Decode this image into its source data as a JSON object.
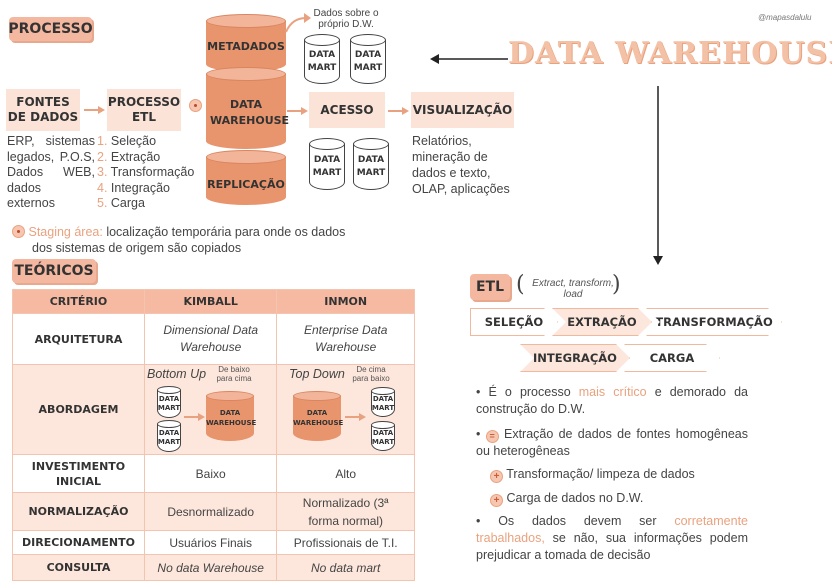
{
  "watermark": "@mapasdalulu",
  "title": "DATA WAREHOUSE",
  "processo": {
    "tag": "PROCESSO",
    "fontes": "FONTES DE DADOS",
    "processo_etl": "PROCESSO ETL",
    "metadados": "METADADOS",
    "data_warehouse": "DATA WAREHOUSE",
    "replicacao": "REPLICAÇÃO",
    "acesso": "ACESSO",
    "visualizacao": "VISUALIZAÇÃO",
    "data_mart": "DATA MART",
    "metadata_note": "Dados sobre o próprio D.W.",
    "sources_desc": [
      "ERP, sistemas",
      "legados, P.O.S,",
      "Dados WEB,",
      "dados",
      "externos"
    ],
    "etl_steps": [
      "Seleção",
      "Extração",
      "Transformação",
      "Integração",
      "Carga"
    ],
    "visual_desc": [
      "Relatórios,",
      "mineração de",
      "dados e texto,",
      "OLAP, aplicações"
    ],
    "staging_label": "Staging área:",
    "staging_text_1": "localização temporária para onde os dados",
    "staging_text_2": "dos sistemas de origem são copiados"
  },
  "teoricos": {
    "tag": "TEÓRICOS",
    "headers": [
      "CRITÉRIO",
      "KIMBALL",
      "INMON"
    ],
    "rows": [
      {
        "criterio": "ARQUITETURA",
        "kimball": "Dimensional Data Warehouse",
        "inmon": "Enterprise Data Warehouse"
      },
      {
        "criterio": "ABORDAGEM",
        "kimball": "Bottom Up",
        "inmon": "Top Down"
      },
      {
        "criterio": "INVESTIMENTO INICIAL",
        "kimball": "Baixo",
        "inmon": "Alto"
      },
      {
        "criterio": "NORMALIZAÇÃO",
        "kimball": "Desnormalizado",
        "inmon": "Normalizado (3ª forma normal)"
      },
      {
        "criterio": "DIRECIONAMENTO",
        "kimball": "Usuários Finais",
        "inmon": "Profissionais de T.I."
      },
      {
        "criterio": "CONSULTA",
        "kimball": "No data Warehouse",
        "inmon": "No data mart"
      }
    ],
    "bottom_up_note": "De baixo para cima",
    "top_down_note": "De cima para baixo",
    "dw_small": "DATA WAREHOUSE"
  },
  "etl": {
    "tag": "ETL",
    "subtitle": "Extract, transform, load",
    "steps": [
      "SELEÇÃO",
      "EXTRAÇÃO",
      "TRANSFORMAÇÃO",
      "INTEGRAÇÃO",
      "CARGA"
    ],
    "b1_a": "É o processo",
    "b1_hl": "mais crítico",
    "b1_b": "e demorado da construção do D.W.",
    "b2": "Extração de dados de fontes homogêneas ou heterogêneas",
    "b3": "Transformação/ limpeza de dados",
    "b4": "Carga de dados no D.W.",
    "b5_a": "Os dados devem ser",
    "b5_hl": "corretamente trabalhados,",
    "b5_b": "se não, sua informações podem prejudicar a tomada de decisão"
  },
  "colors": {
    "accent": "#e8946c",
    "light": "#fbe3d7",
    "tag": "#f4b8a0",
    "highlight": "#e9a27f"
  }
}
